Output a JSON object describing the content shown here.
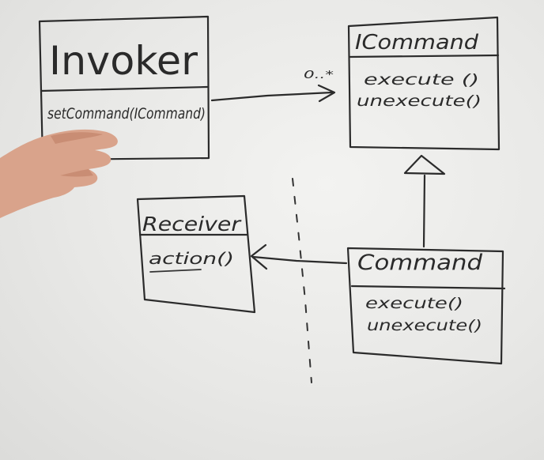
{
  "invoker": {
    "name": "Invoker",
    "method": "setCommand(ICommand)"
  },
  "icommand": {
    "name": "ICommand",
    "methods": [
      "execute ()",
      "unexecute()"
    ]
  },
  "receiver": {
    "name": "Receiver",
    "method": "action()"
  },
  "command": {
    "name": "Command",
    "methods": [
      "execute()",
      "unexecute()"
    ]
  },
  "association": {
    "multiplicity": "0..*"
  },
  "colors": {
    "ink": "#2b2b2b",
    "board": "#ececea",
    "skin": "#d9a38b"
  }
}
